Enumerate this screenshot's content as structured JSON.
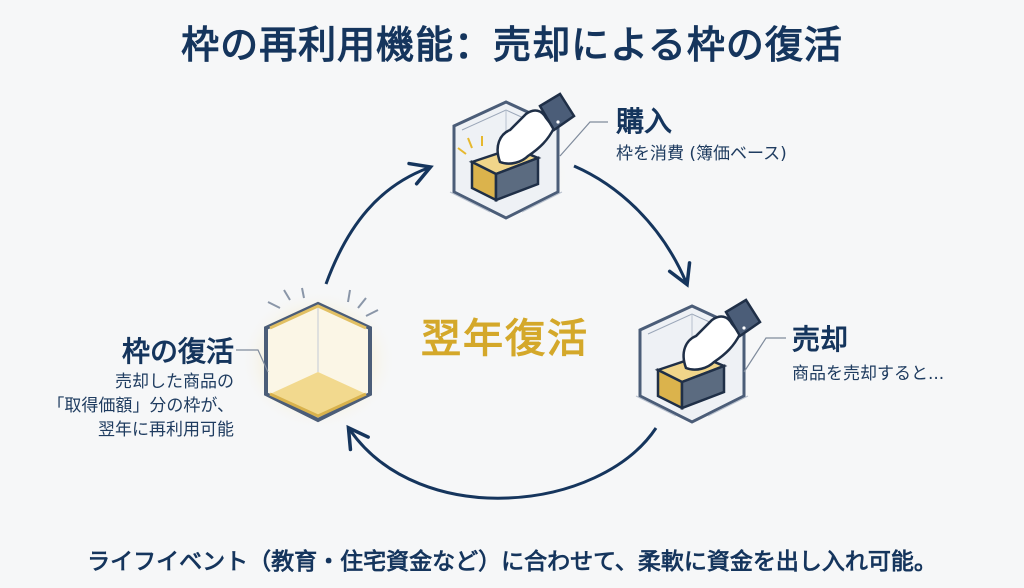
{
  "title": "枠の再利用機能：売却による枠の復活",
  "center_label": "翌年復活",
  "steps": {
    "purchase": {
      "title": "購入",
      "desc": "枠を消費 (簿価ベース)",
      "icon": "hand-placing-box-icon"
    },
    "sale": {
      "title": "売却",
      "desc": "商品を売却すると...",
      "icon": "hand-taking-box-icon"
    },
    "revival": {
      "title": "枠の復活",
      "desc_lines": [
        "売却した商品の",
        "「取得価額」分の枠が、",
        "翌年に再利用可能"
      ],
      "icon": "glowing-empty-frame-icon"
    }
  },
  "flow": [
    "購入",
    "売却",
    "枠の復活"
  ],
  "footer": "ライフイベント（教育・住宅資金など）に合わせて、柔軟に資金を出し入れ可能。",
  "colors": {
    "navy": "#15355d",
    "gold": "#d4a82a",
    "box_gold": "#e2c063",
    "background": "#f6f7f8"
  }
}
